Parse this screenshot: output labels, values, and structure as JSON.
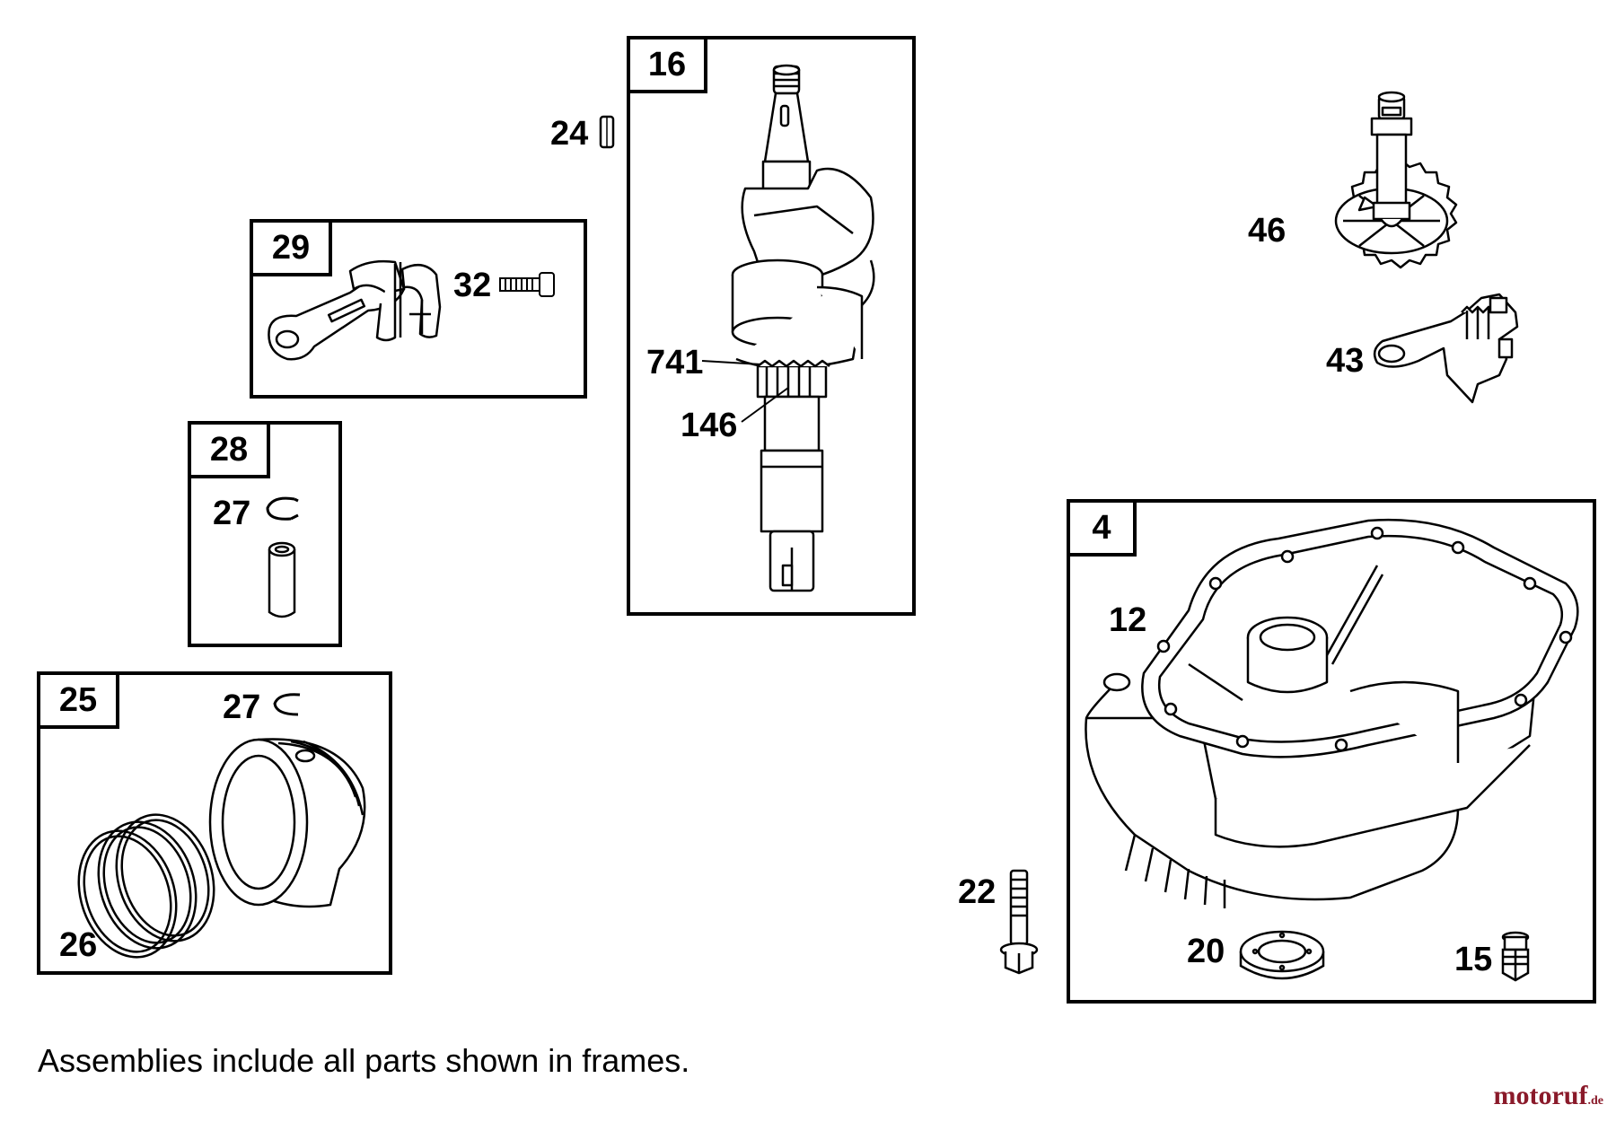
{
  "frames": {
    "f16": "16",
    "f29": "29",
    "f28": "28",
    "f25": "25",
    "f4": "4"
  },
  "callouts": {
    "c24": "24",
    "c32": "32",
    "c741": "741",
    "c146": "146",
    "c27a": "27",
    "c27b": "27",
    "c26": "26",
    "c46": "46",
    "c43": "43",
    "c12": "12",
    "c22": "22",
    "c20": "20",
    "c15": "15"
  },
  "caption": "Assemblies include all parts shown in frames.",
  "watermark": {
    "brand": "motoruf",
    "tld": ".de",
    "color": "#8a1a2a"
  }
}
